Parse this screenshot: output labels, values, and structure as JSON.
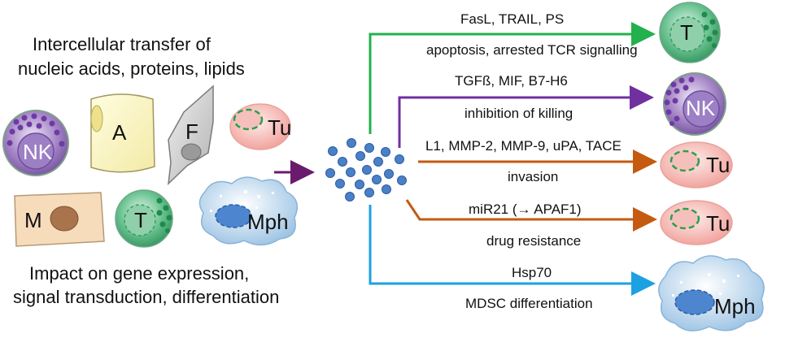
{
  "left": {
    "intercellular_title_line1": "Intercellular transfer of",
    "intercellular_title_line2": "nucleic acids, proteins, lipids",
    "impact_title_line1": "Impact on gene expression,",
    "impact_title_line2": "signal transduction, differentiation",
    "cells": {
      "nk": "NK",
      "adipocyte": "A",
      "fibroblast": "F",
      "tumor": "Tu",
      "macrophage_m": "M",
      "t_cell": "T",
      "mph": "Mph"
    }
  },
  "pathways": [
    {
      "molecules": "FasL, TRAIL,  PS",
      "effect": "apoptosis, arrested TCR signalling",
      "target": "T",
      "color": "#22b14c"
    },
    {
      "molecules": "TGFß,  MIF,  B7-H6",
      "effect": "inhibition of killing",
      "target": "NK",
      "color": "#7030a0"
    },
    {
      "molecules": "L1,  MMP-2,  MMP-9,  uPA,  TACE",
      "effect": "invasion",
      "target": "Tu",
      "color": "#c55a11"
    },
    {
      "molecules": "miR21 (→ APAF1)",
      "effect": "drug resistance",
      "target": "Tu",
      "color": "#c55a11"
    },
    {
      "molecules": "Hsp70",
      "effect": "MDSC differentiation",
      "target": "Mph",
      "color": "#1ba1e2"
    }
  ]
}
